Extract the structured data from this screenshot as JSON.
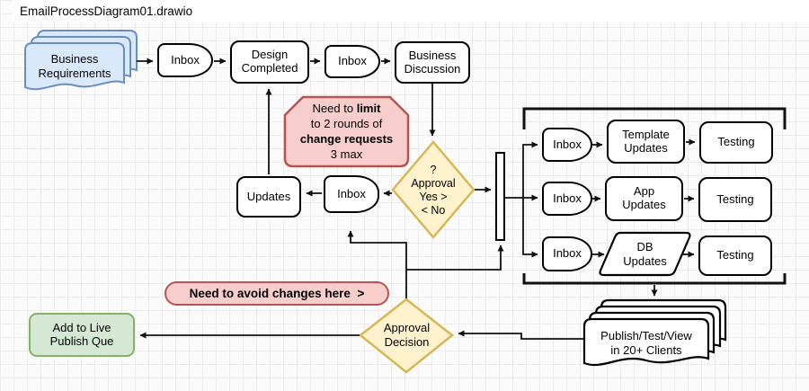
{
  "title": "EmailProcessDiagram01.drawio",
  "colors": {
    "blue_fill": "#dae8fc",
    "blue_stroke": "#6c8ebf",
    "red_fill": "#f8cecc",
    "red_stroke": "#b85450",
    "yellow_fill": "#fff2cc",
    "yellow_stroke": "#d6b656",
    "green_fill": "#d5e8d4",
    "green_stroke": "#82b366",
    "shape_stroke": "#000000"
  },
  "nodes": {
    "business_requirements": "Business\nRequirements",
    "inbox": "Inbox",
    "design_completed": "Design\nCompleted",
    "business_discussion": "Business\nDiscussion",
    "updates": "Updates",
    "template_updates": "Template\nUpdates",
    "app_updates": "App\nUpdates",
    "db_updates": "DB\nUpdates",
    "testing": "Testing",
    "publish_test_view": "Publish/Test/View\nin 20+ Clients",
    "add_to_live": "Add to Live\nPublish Que"
  },
  "decisions": {
    "approval_loop": "?\nApproval\nYes >\n< No",
    "approval_final": "Approval\nDecision"
  },
  "notes": {
    "limit": {
      "l1a": "Need to ",
      "l1b": "limit",
      "l2": "to 2 rounds of",
      "l3": "change requests",
      "l4": "3 max"
    },
    "avoid": "Need to avoid changes here  >"
  }
}
